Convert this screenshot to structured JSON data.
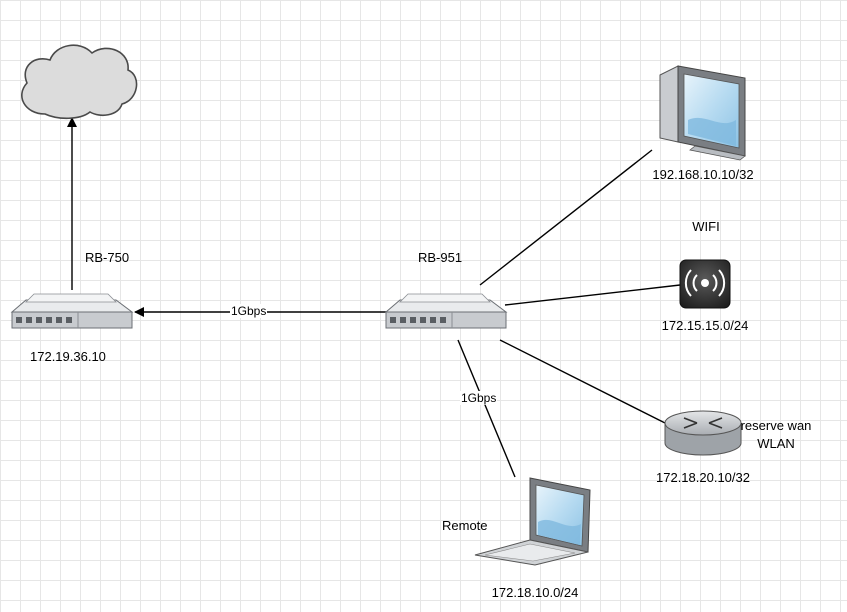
{
  "nodes": {
    "internet": {
      "label": ""
    },
    "rb750": {
      "name": "RB-750",
      "ip": "172.19.36.10"
    },
    "rb951": {
      "name": "RB-951",
      "ip": ""
    },
    "desktop": {
      "ip": "192.168.10.10/32"
    },
    "wifi": {
      "name": "WIFI",
      "ip": "172.15.15.0/24"
    },
    "router": {
      "name_line1": "reserve wan",
      "name_line2": "WLAN",
      "ip": "172.18.20.10/32"
    },
    "laptop": {
      "name": "Remote",
      "ip": "172.18.10.0/24"
    }
  },
  "links": {
    "rb951_rb750": "1Gbps",
    "rb951_laptop": "1Gbps"
  },
  "colors": {
    "line": "#000000",
    "switch_body": "#d4d6d9",
    "cloud_fill": "#dcdcdc",
    "screen": "#b9dcf2"
  }
}
